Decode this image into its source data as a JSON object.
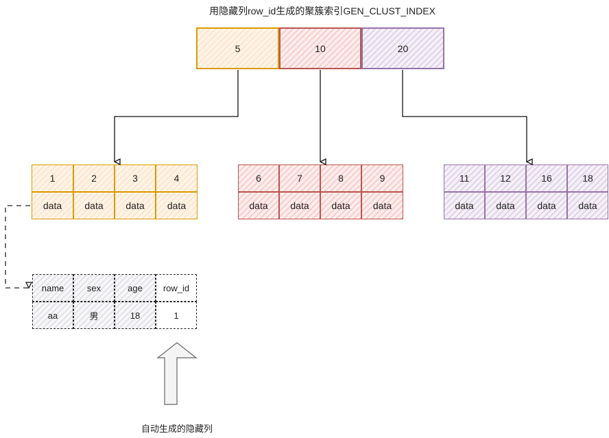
{
  "title": "用隐藏列row_id生成的聚簇索引GEN_CLUST_INDEX",
  "root": {
    "keys": [
      "5",
      "10",
      "20"
    ],
    "colors": [
      "#d79b00",
      "#b85450",
      "#9673a6"
    ]
  },
  "leaves": [
    {
      "keys": [
        "1",
        "2",
        "3",
        "4"
      ],
      "values": [
        "data",
        "data",
        "data",
        "data"
      ],
      "color": "#d79b00"
    },
    {
      "keys": [
        "6",
        "7",
        "8",
        "9"
      ],
      "values": [
        "data",
        "data",
        "data",
        "data"
      ],
      "color": "#b85450"
    },
    {
      "keys": [
        "11",
        "12",
        "16",
        "18"
      ],
      "values": [
        "data",
        "data",
        "data",
        "data"
      ],
      "color": "#9673a6"
    }
  ],
  "record": {
    "headers": [
      "name",
      "sex",
      "age",
      "row_id"
    ],
    "values": [
      "aa",
      "男",
      "18",
      "1"
    ]
  },
  "caption": "自动生成的隐藏列"
}
